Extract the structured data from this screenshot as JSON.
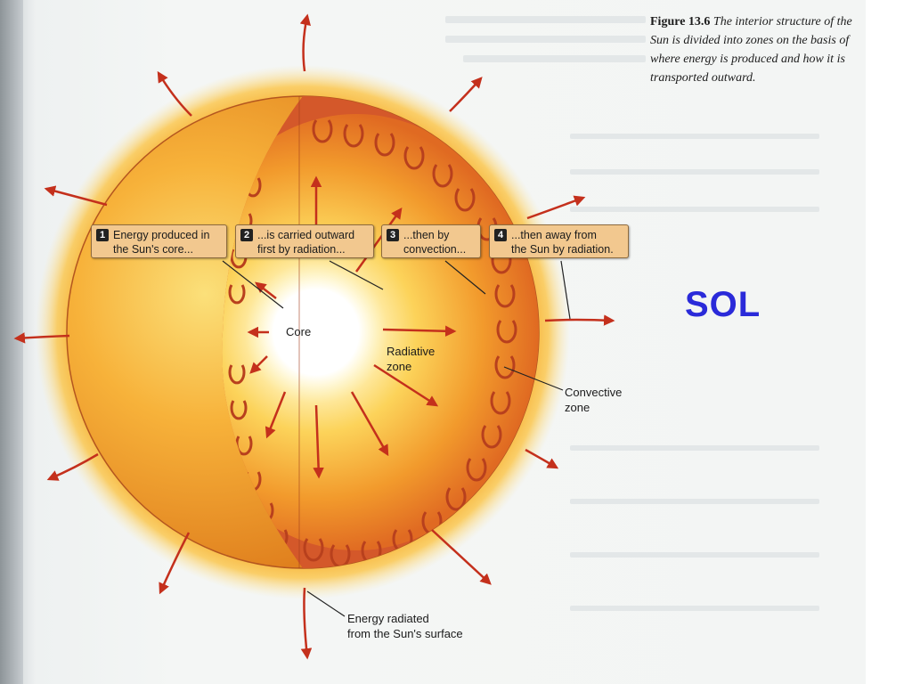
{
  "caption": {
    "figure": "Figure 13.6",
    "text": "The interior structure of the Sun is divided into zones on the basis of where energy is produced and how it is transported outward."
  },
  "callouts": [
    {
      "num": "1",
      "text": "Energy produced in\nthe Sun's core..."
    },
    {
      "num": "2",
      "text": "...is carried outward\nfirst by radiation..."
    },
    {
      "num": "3",
      "text": "...then by\nconvection..."
    },
    {
      "num": "4",
      "text": "...then away from\nthe Sun by radiation."
    }
  ],
  "labels": {
    "core": "Core",
    "radiative": "Radiative\nzone",
    "convective": "Convective\nzone",
    "surface": "Energy radiated\nfrom the Sun's surface"
  },
  "sol": "SOL",
  "colors": {
    "sol_text": "#2a2ad9",
    "callout_bg": "#f2c88f",
    "sun_surface": "#f3a12a",
    "cut_face": "#d4582a",
    "arrow": "#c4301c"
  }
}
